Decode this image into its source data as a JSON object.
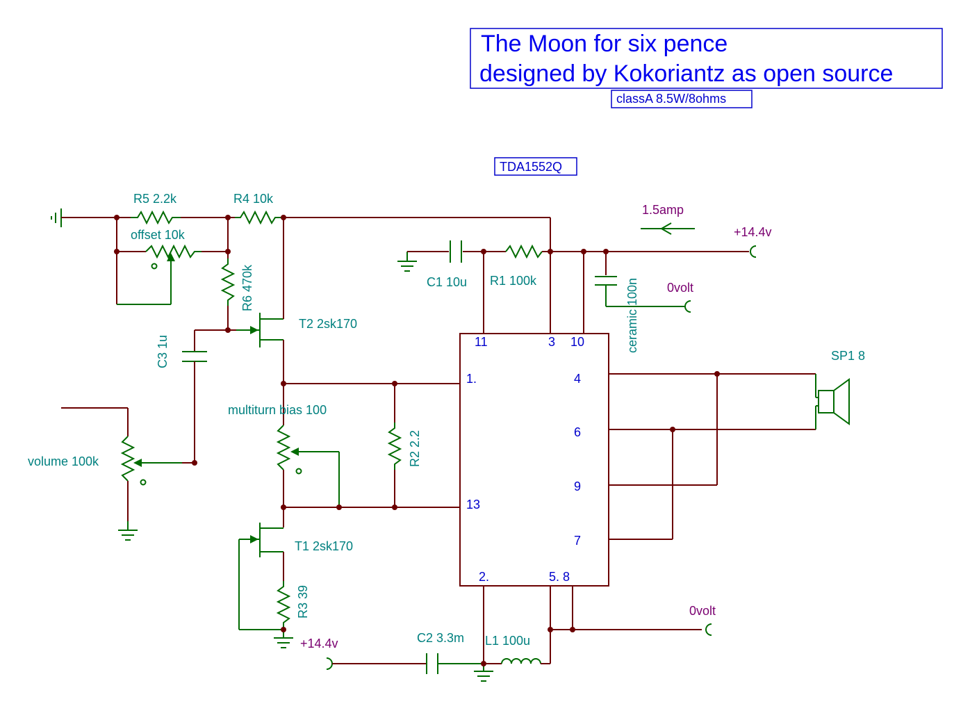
{
  "title": {
    "line1": "The Moon for six pence",
    "line2": "designed by Kokoriantz as open source",
    "subtitle": "classA 8.5W/8ohms"
  },
  "ic": {
    "name": "TDA1552Q",
    "pins": {
      "p11": "11",
      "p3": "3",
      "p10": "10",
      "p1": "1.",
      "p13": "13",
      "p4": "4",
      "p6": "6",
      "p9": "9",
      "p7": "7",
      "p2": "2.",
      "p58": "5. 8"
    }
  },
  "labels": {
    "r5": "R5 2.2k",
    "r4": "R4 10k",
    "offset": "offset 10k",
    "r6": "R6 470k",
    "t2": "T2 2sk170",
    "c3": "C3 1u",
    "volume": "volume 100k",
    "bias": "multiturn bias 100",
    "r2": "R2 2.2",
    "t1": "T1 2sk170",
    "r3": "R3 39",
    "c1": "C1 10u",
    "r1": "R1 100k",
    "ceramic": "ceramic 100n",
    "current": "1.5amp",
    "sp1": "SP1 8",
    "c2": "C2 3.3m",
    "l1": "L1 100u"
  },
  "power": {
    "vplus_top": "+14.4v",
    "zero_top": "0volt",
    "zero_bottom": "0volt",
    "vplus_bottom": "+14.4v"
  },
  "colors": {
    "wire": "#6b0000",
    "component": "#006b00",
    "label": "#00807f",
    "power": "#7a0070",
    "title": "#0000ee"
  }
}
